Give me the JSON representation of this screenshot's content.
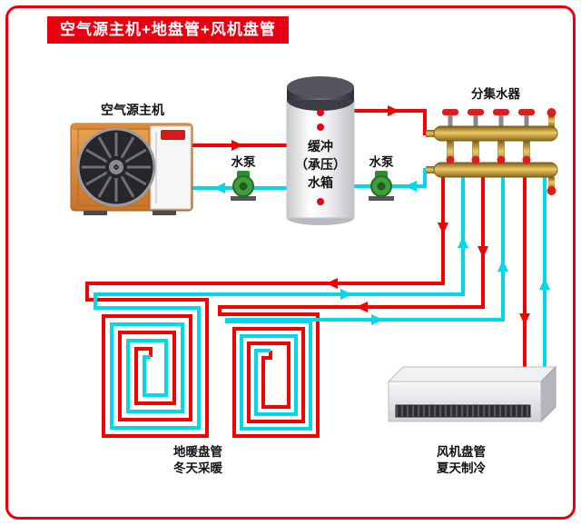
{
  "title": {
    "text": "空气源主机+地盘管+风机盘管"
  },
  "components": {
    "heat_pump": {
      "label": "空气源主机"
    },
    "buffer_tank": {
      "label_lines": [
        "缓冲",
        "（承压）",
        "水箱"
      ]
    },
    "pump_1": {
      "label": "水泵"
    },
    "pump_2": {
      "label": "水泵"
    },
    "manifold": {
      "label": "分集水器"
    },
    "floor_coil": {
      "label_lines": [
        "地暖盘管",
        "冬天采暖"
      ]
    },
    "fan_coil": {
      "label_lines": [
        "风机盘管",
        "夏天制冷"
      ]
    }
  },
  "colors": {
    "supply_pipe": "#f50000",
    "return_pipe": "#00d7e8",
    "accent_red": "#e60012",
    "brass": "#e0b94e",
    "pump_green": "#3f9d3c"
  }
}
